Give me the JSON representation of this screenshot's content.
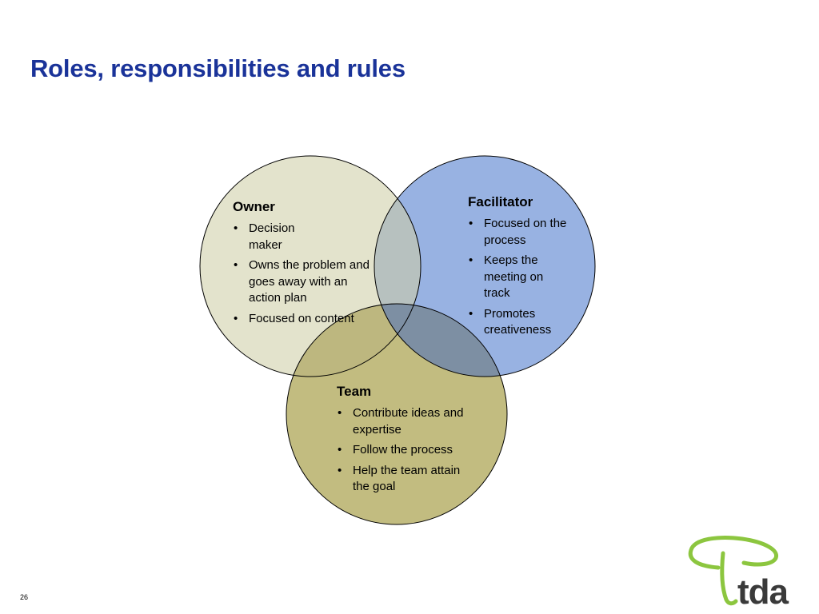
{
  "slide": {
    "title": "Roles, responsibilities and rules",
    "page_number": "26"
  },
  "diagram": {
    "owner": {
      "heading": "Owner",
      "items": [
        "Decision maker",
        "Owns the problem and goes away with an action plan",
        "Focused on content"
      ]
    },
    "facilitator": {
      "heading": "Facilitator",
      "items": [
        "Focused on the process",
        "Keeps the meeting on track",
        "Promotes creativeness"
      ]
    },
    "team": {
      "heading": "Team",
      "items": [
        "Contribute ideas and expertise",
        "Follow the process",
        "Help the team attain the goal"
      ]
    }
  },
  "logo": {
    "text": "tda"
  },
  "colors": {
    "title": "#1a3399",
    "owner_fill": "#e3e3cc",
    "facilitator_fill": "#98b2e2",
    "team_fill": "#c2bc80",
    "owner_facilitator_overlap": "#b7c1bf",
    "owner_team_overlap": "#bdb77f",
    "facilitator_team_overlap": "#7d8fa3",
    "logo_green": "#8cc63f",
    "logo_text": "#3a3a3a"
  }
}
